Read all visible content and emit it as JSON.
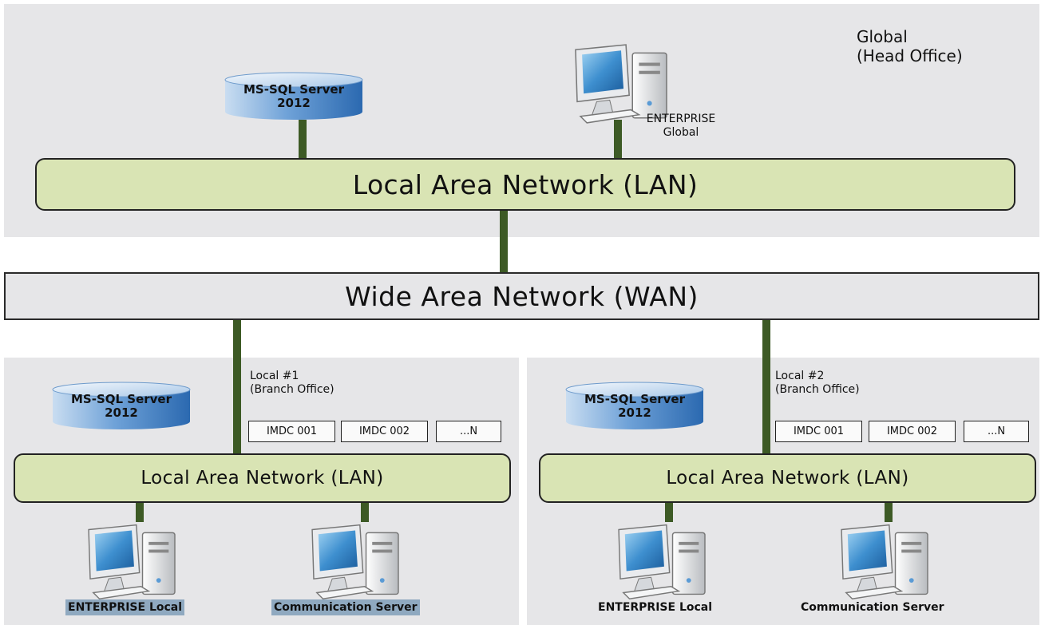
{
  "global": {
    "zone_label_line1": "Global",
    "zone_label_line2": "(Head Office)",
    "db_line1": "MS-SQL Server",
    "db_line2": "2012",
    "workstation_line1": "ENTERPRISE",
    "workstation_line2": "Global",
    "lan_label": "Local Area Network (LAN)"
  },
  "wan_label": "Wide Area Network (WAN)",
  "branches": [
    {
      "title_line1": "Local #1",
      "title_line2": "(Branch Office)",
      "db_line1": "MS-SQL Server",
      "db_line2": "2012",
      "devices": [
        "IMDC 001",
        "IMDC 002",
        "...N"
      ],
      "lan_label": "Local Area Network (LAN)",
      "enterprise_label": "ENTERPRISE Local",
      "comm_label": "Communication Server"
    },
    {
      "title_line1": "Local #2",
      "title_line2": "(Branch Office)",
      "db_line1": "MS-SQL Server",
      "db_line2": "2012",
      "devices": [
        "IMDC 001",
        "IMDC 002",
        "...N"
      ],
      "lan_label": "Local Area Network (LAN)",
      "enterprise_label": "ENTERPRISE Local",
      "comm_label": "Communication Server"
    }
  ],
  "colors": {
    "zone_bg": "#e6e6e8",
    "lan_fill": "#d9e4b4",
    "link": "#3d5a25",
    "db_fill": "#4a86c8",
    "caption_highlight": "#8fa9c0"
  }
}
